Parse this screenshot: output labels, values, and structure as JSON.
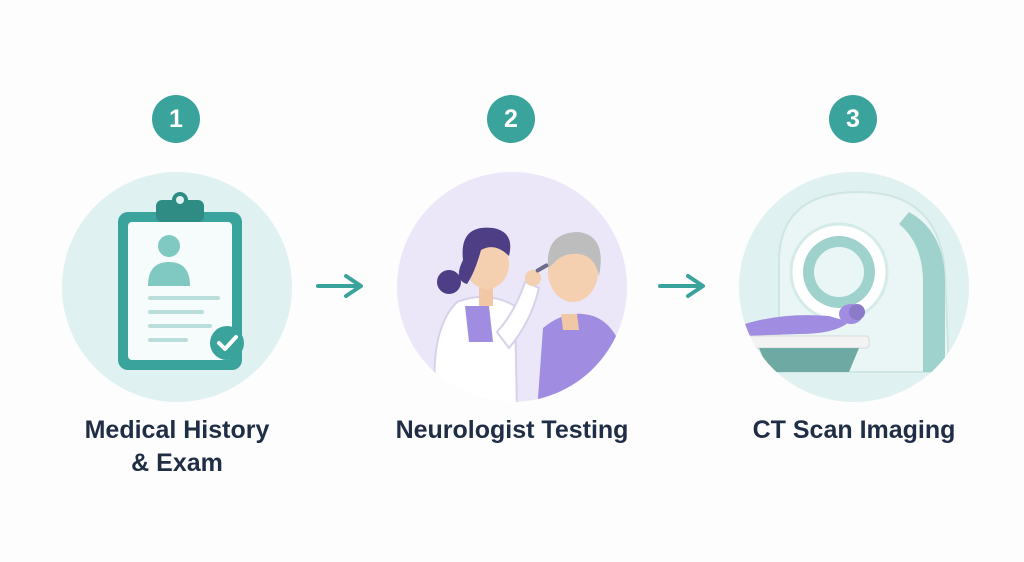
{
  "steps": [
    {
      "number": "1",
      "label": "Medical History\n& Exam",
      "illustration": "clipboard-icon"
    },
    {
      "number": "2",
      "label": "Neurologist Testing",
      "illustration": "neurologist-exam-illustration"
    },
    {
      "number": "3",
      "label": "CT Scan Imaging",
      "illustration": "ct-scanner-illustration"
    }
  ],
  "connectors": [
    "arrow-right-icon",
    "arrow-right-icon"
  ],
  "colors": {
    "accent": "#3aa39b",
    "circle_bg": "#dff1f0",
    "purple": "#a08ce0",
    "text": "#1f2d45"
  }
}
